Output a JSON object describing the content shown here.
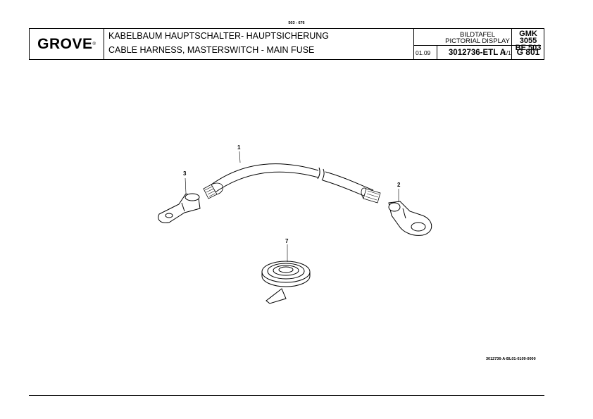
{
  "page_range": "503 - 676",
  "header": {
    "logo_text": "GROVE",
    "title_de": "KABELBAUM HAUPTSCHALTER- HAUPTSICHERUNG",
    "title_en": "CABLE HARNESS, MASTERSWITCH - MAIN FUSE",
    "display_de": "BILDTAFEL",
    "display_en": "PICTORIAL DISPLAY",
    "date": "01.09",
    "drawing_number": "3012736-ETL A",
    "sheet": "1/1",
    "model_line1": "GMK 3055",
    "model_line2": "BE 503",
    "model_line3": "G 801"
  },
  "callouts": {
    "c1": "1",
    "c2": "2",
    "c3": "3",
    "c7": "7"
  },
  "reference_code": "3012736-A-BL01-0109-0000"
}
